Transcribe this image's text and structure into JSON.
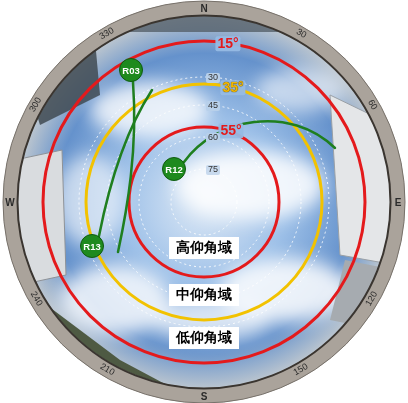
{
  "diagram": {
    "nodes": [
      {
        "text": [
          "R03"
        ]
      },
      {
        "text": [
          "R12"
        ]
      },
      {
        "text": [
          "R13"
        ]
      },
      {
        "text": [
          "高仰角域"
        ]
      },
      {
        "text": [
          "中仰角域"
        ]
      },
      {
        "text": [
          "低仰角域"
        ]
      }
    ],
    "labels": [
      "N",
      "30",
      "60",
      "E",
      "120",
      "150",
      "S",
      "210",
      "240",
      "W",
      "300",
      "330",
      "15°",
      "30",
      "35°",
      "45",
      "55°",
      "60",
      "75"
    ]
  }
}
